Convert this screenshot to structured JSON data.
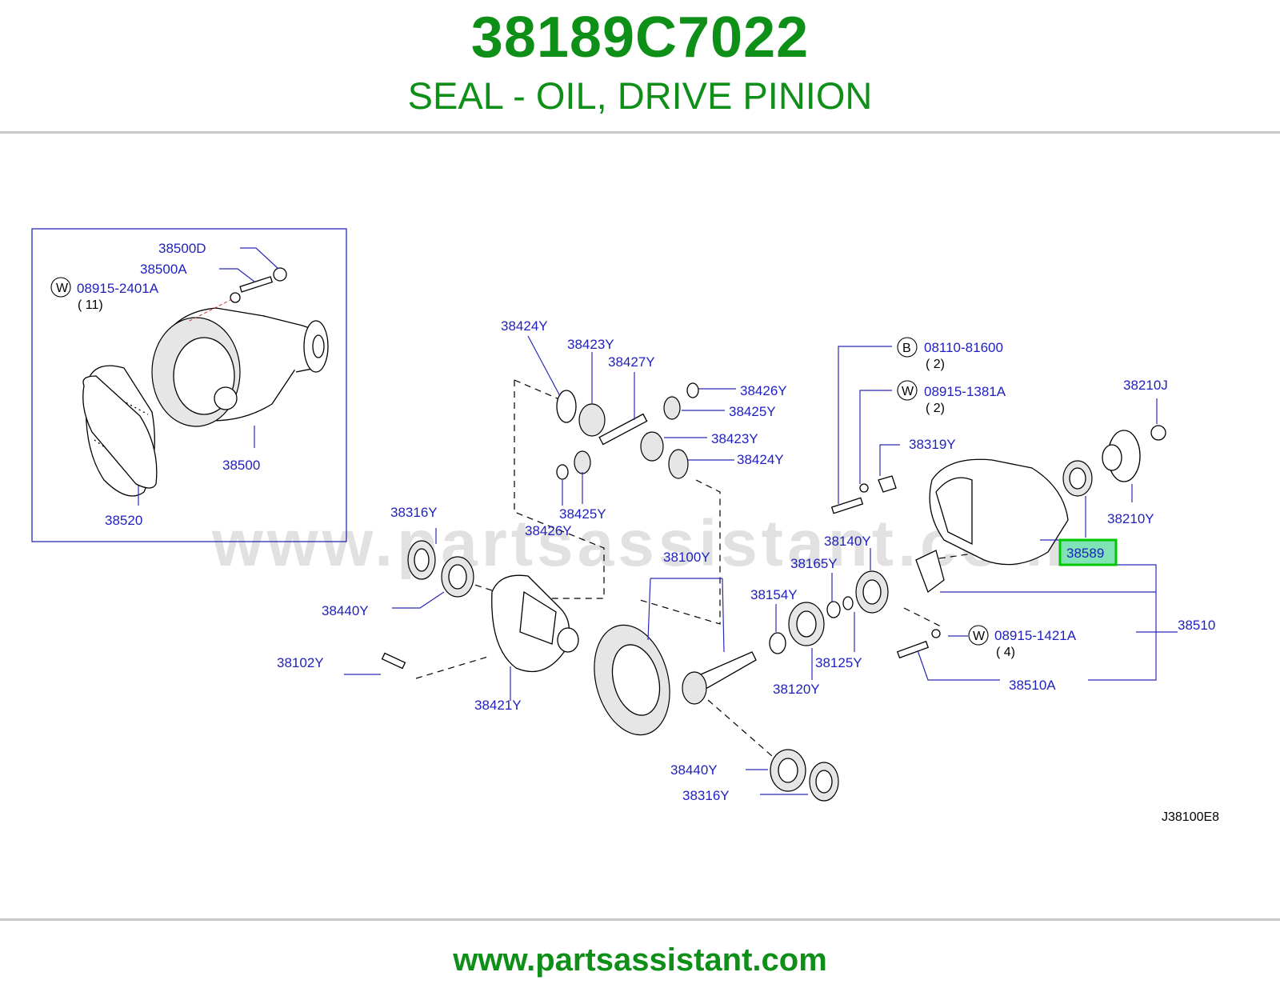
{
  "header": {
    "part_number": "38189C7022",
    "part_name": "SEAL - OIL, DRIVE PINION"
  },
  "diagram": {
    "watermark": "www.partsassistant.com",
    "diagram_code": "J38100E8",
    "highlighted_part": "38589",
    "labels": {
      "p38500D": "38500D",
      "p38500A": "38500A",
      "p08915_2401A": "08915-2401A",
      "p08915_2401A_qty": "( 11)",
      "p38500": "38500",
      "p38520": "38520",
      "p38424Y_a": "38424Y",
      "p38423Y_a": "38423Y",
      "p38427Y": "38427Y",
      "p38426Y_a": "38426Y",
      "p38425Y_a": "38425Y",
      "p38423Y_b": "38423Y",
      "p38424Y_b": "38424Y",
      "p38425Y_b": "38425Y",
      "p38426Y_b": "38426Y",
      "p38316Y_a": "38316Y",
      "p38440Y_a": "38440Y",
      "p38102Y": "38102Y",
      "p38421Y": "38421Y",
      "p38100Y": "38100Y",
      "p38154Y": "38154Y",
      "p38165Y": "38165Y",
      "p38140Y": "38140Y",
      "p38125Y": "38125Y",
      "p38120Y": "38120Y",
      "p38440Y_b": "38440Y",
      "p38316Y_b": "38316Y",
      "p08110_81600": "08110-81600",
      "p08110_81600_qty": "( 2)",
      "p08915_1381A": "08915-1381A",
      "p08915_1381A_qty": "( 2)",
      "p38319Y": "38319Y",
      "p38210J": "38210J",
      "p38210Y": "38210Y",
      "p38589": "38589",
      "p38510": "38510",
      "p08915_1421A": "08915-1421A",
      "p08915_1421A_qty": "( 4)",
      "p38510A": "38510A"
    },
    "circle_codes": {
      "w": "W",
      "b": "B"
    }
  },
  "footer": {
    "url": "www.partsassistant.com"
  },
  "colors": {
    "brand_green": "#0e8f17",
    "label_blue": "#1f1fbf",
    "highlight_fill": "#7fe3b5",
    "highlight_border": "#00c800"
  }
}
